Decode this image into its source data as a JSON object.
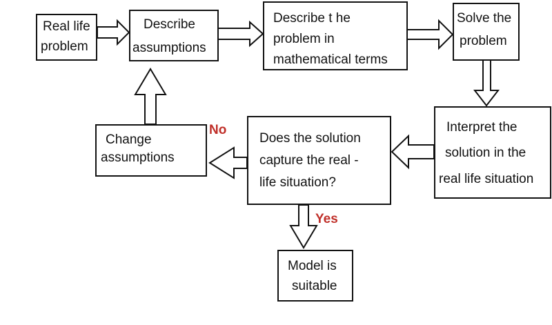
{
  "nodes": {
    "real_life_problem": {
      "lines": [
        "Real life",
        "problem"
      ]
    },
    "describe_assumptions": {
      "lines": [
        "Describe",
        "assumptions"
      ]
    },
    "describe_math": {
      "lines": [
        "Describe t he",
        "problem in",
        "mathematical terms"
      ]
    },
    "solve": {
      "lines": [
        "Solve the",
        "problem"
      ]
    },
    "interpret": {
      "lines": [
        "Interpret the",
        "solution in the",
        "real life situation"
      ]
    },
    "question": {
      "lines": [
        "Does the solution",
        "capture the real  -",
        "life situation?"
      ]
    },
    "change_assumptions": {
      "lines": [
        "Change",
        "assumptions"
      ]
    },
    "model_suitable": {
      "lines": [
        "Model is",
        "suitable"
      ]
    }
  },
  "edge_labels": {
    "no": "No",
    "yes": "Yes"
  },
  "colors": {
    "stroke": "#111111",
    "label": "#c0302a"
  }
}
